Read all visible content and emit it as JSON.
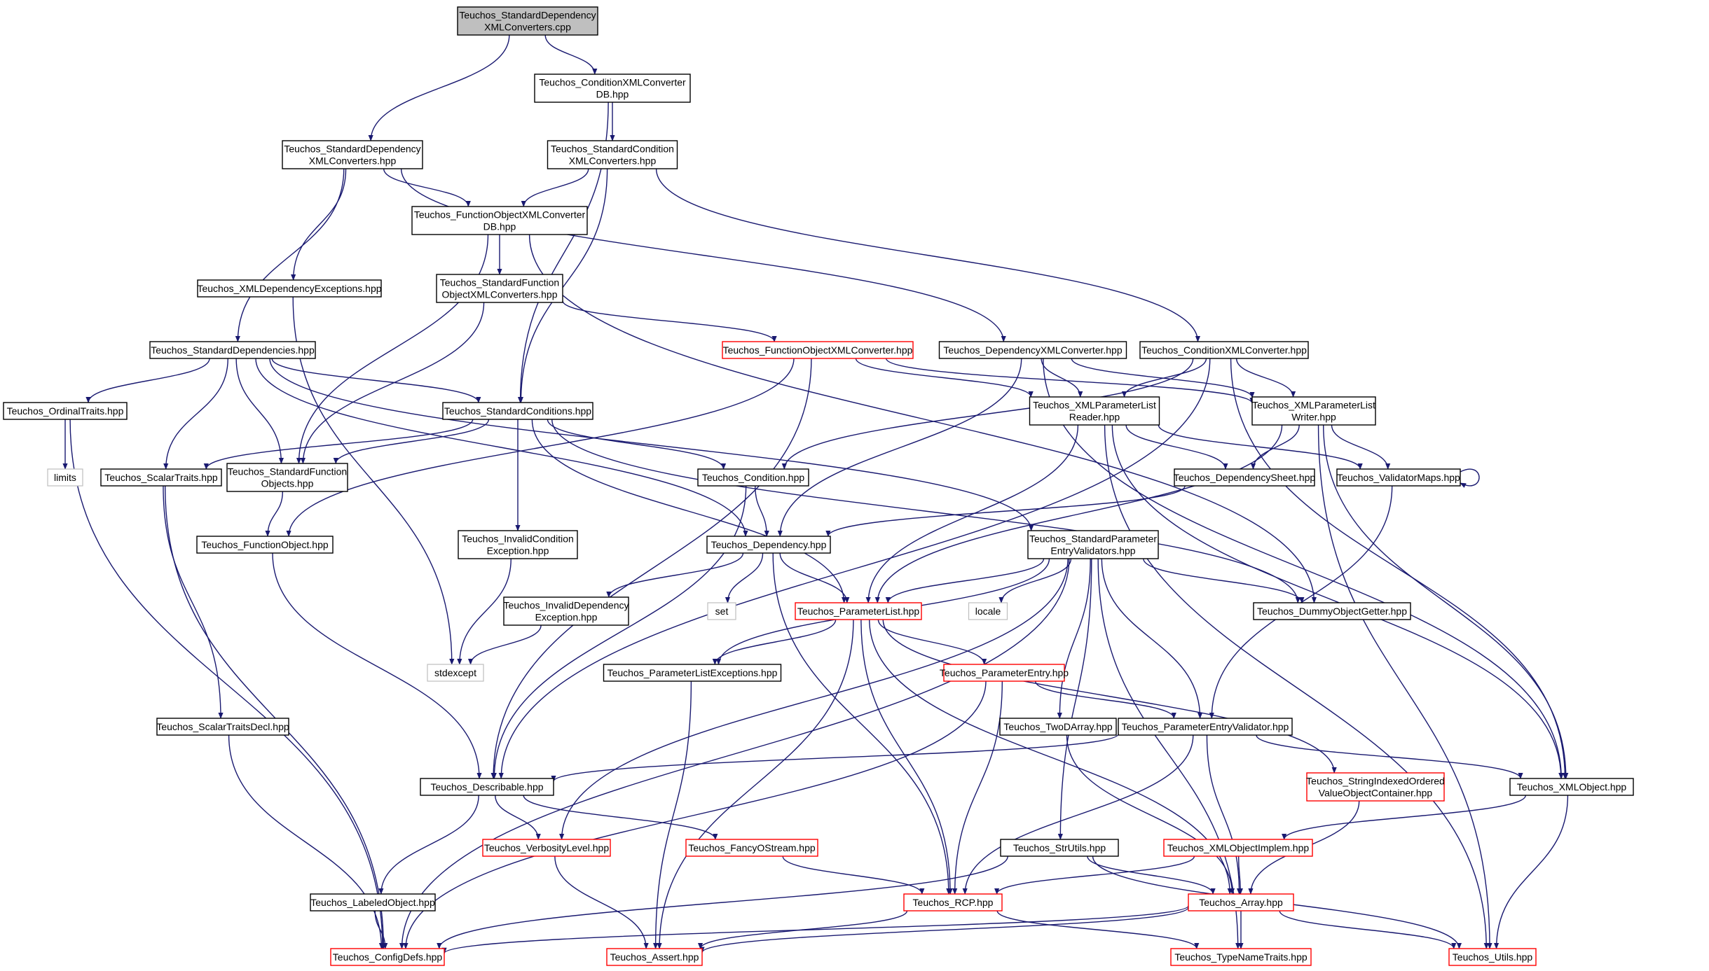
{
  "colors": {
    "edge": "#191970",
    "border_default": "#000000",
    "border_truncated": "#ff0000",
    "border_system": "#bfbfbf",
    "root_fill": "#bfbfbf"
  },
  "nodes": [
    {
      "id": "root",
      "kind": "root",
      "lines": [
        "Teuchos_StandardDependency",
        "XMLConverters.cpp"
      ]
    },
    {
      "id": "cond_xml_db",
      "kind": "normal",
      "lines": [
        "Teuchos_ConditionXMLConverter",
        "DB.hpp"
      ]
    },
    {
      "id": "std_dep_xml_hpp",
      "kind": "normal",
      "lines": [
        "Teuchos_StandardDependency",
        "XMLConverters.hpp"
      ]
    },
    {
      "id": "std_cond_xml",
      "kind": "normal",
      "lines": [
        "Teuchos_StandardCondition",
        "XMLConverters.hpp"
      ]
    },
    {
      "id": "fobj_xml_db",
      "kind": "normal",
      "lines": [
        "Teuchos_FunctionObjectXMLConverter",
        "DB.hpp"
      ]
    },
    {
      "id": "std_fobj_xml",
      "kind": "normal",
      "lines": [
        "Teuchos_StandardFunction",
        "ObjectXMLConverters.hpp"
      ]
    },
    {
      "id": "xml_dep_exc",
      "kind": "normal",
      "lines": [
        "Teuchos_XMLDependencyExceptions.hpp"
      ]
    },
    {
      "id": "std_deps",
      "kind": "normal",
      "lines": [
        "Teuchos_StandardDependencies.hpp"
      ]
    },
    {
      "id": "fobj_xml_conv",
      "kind": "red",
      "lines": [
        "Teuchos_FunctionObjectXMLConverter.hpp"
      ]
    },
    {
      "id": "dep_xml_conv",
      "kind": "normal",
      "lines": [
        "Teuchos_DependencyXMLConverter.hpp"
      ]
    },
    {
      "id": "cond_xml_conv",
      "kind": "normal",
      "lines": [
        "Teuchos_ConditionXMLConverter.hpp"
      ]
    },
    {
      "id": "ordinal",
      "kind": "normal",
      "lines": [
        "Teuchos_OrdinalTraits.hpp"
      ]
    },
    {
      "id": "std_conds",
      "kind": "normal",
      "lines": [
        "Teuchos_StandardConditions.hpp"
      ]
    },
    {
      "id": "xml_pl_reader",
      "kind": "normal",
      "lines": [
        "Teuchos_XMLParameterList",
        "Reader.hpp"
      ]
    },
    {
      "id": "xml_pl_writer",
      "kind": "normal",
      "lines": [
        "Teuchos_XMLParameterList",
        "Writer.hpp"
      ]
    },
    {
      "id": "limits",
      "kind": "gray",
      "lines": [
        "limits"
      ]
    },
    {
      "id": "scalar",
      "kind": "normal",
      "lines": [
        "Teuchos_ScalarTraits.hpp"
      ]
    },
    {
      "id": "std_fobjs",
      "kind": "normal",
      "lines": [
        "Teuchos_StandardFunction",
        "Objects.hpp"
      ]
    },
    {
      "id": "condition",
      "kind": "normal",
      "lines": [
        "Teuchos_Condition.hpp"
      ]
    },
    {
      "id": "dep_sheet",
      "kind": "normal",
      "lines": [
        "Teuchos_DependencySheet.hpp"
      ]
    },
    {
      "id": "val_maps",
      "kind": "normal",
      "lines": [
        "Teuchos_ValidatorMaps.hpp"
      ]
    },
    {
      "id": "fobj",
      "kind": "normal",
      "lines": [
        "Teuchos_FunctionObject.hpp"
      ]
    },
    {
      "id": "inv_cond_exc",
      "kind": "normal",
      "lines": [
        "Teuchos_InvalidCondition",
        "Exception.hpp"
      ]
    },
    {
      "id": "dependency",
      "kind": "normal",
      "lines": [
        "Teuchos_Dependency.hpp"
      ]
    },
    {
      "id": "std_pe_val",
      "kind": "normal",
      "lines": [
        "Teuchos_StandardParameter",
        "EntryValidators.hpp"
      ]
    },
    {
      "id": "inv_dep_exc",
      "kind": "normal",
      "lines": [
        "Teuchos_InvalidDependency",
        "Exception.hpp"
      ]
    },
    {
      "id": "set",
      "kind": "gray",
      "lines": [
        "set"
      ]
    },
    {
      "id": "param_list",
      "kind": "red",
      "lines": [
        "Teuchos_ParameterList.hpp"
      ]
    },
    {
      "id": "locale",
      "kind": "gray",
      "lines": [
        "locale"
      ]
    },
    {
      "id": "dummy_getter",
      "kind": "normal",
      "lines": [
        "Teuchos_DummyObjectGetter.hpp"
      ]
    },
    {
      "id": "stdexcept",
      "kind": "gray",
      "lines": [
        "stdexcept"
      ]
    },
    {
      "id": "pl_exc",
      "kind": "normal",
      "lines": [
        "Teuchos_ParameterListExceptions.hpp"
      ]
    },
    {
      "id": "param_entry",
      "kind": "red",
      "lines": [
        "Teuchos_ParameterEntry.hpp"
      ]
    },
    {
      "id": "scalar_decl",
      "kind": "normal",
      "lines": [
        "Teuchos_ScalarTraitsDecl.hpp"
      ]
    },
    {
      "id": "twod",
      "kind": "normal",
      "lines": [
        "Teuchos_TwoDArray.hpp"
      ]
    },
    {
      "id": "pe_validator",
      "kind": "normal",
      "lines": [
        "Teuchos_ParameterEntryValidator.hpp"
      ]
    },
    {
      "id": "describable",
      "kind": "normal",
      "lines": [
        "Teuchos_Describable.hpp"
      ]
    },
    {
      "id": "sio_container",
      "kind": "red",
      "lines": [
        "Teuchos_StringIndexedOrdered",
        "ValueObjectContainer.hpp"
      ]
    },
    {
      "id": "xml_object",
      "kind": "normal",
      "lines": [
        "Teuchos_XMLObject.hpp"
      ]
    },
    {
      "id": "verbosity",
      "kind": "red",
      "lines": [
        "Teuchos_VerbosityLevel.hpp"
      ]
    },
    {
      "id": "fancy",
      "kind": "red",
      "lines": [
        "Teuchos_FancyOStream.hpp"
      ]
    },
    {
      "id": "strutils",
      "kind": "normal",
      "lines": [
        "Teuchos_StrUtils.hpp"
      ]
    },
    {
      "id": "xml_obj_impl",
      "kind": "red",
      "lines": [
        "Teuchos_XMLObjectImplem.hpp"
      ]
    },
    {
      "id": "labeled",
      "kind": "normal",
      "lines": [
        "Teuchos_LabeledObject.hpp"
      ]
    },
    {
      "id": "rcp",
      "kind": "red",
      "lines": [
        "Teuchos_RCP.hpp"
      ]
    },
    {
      "id": "array",
      "kind": "red",
      "lines": [
        "Teuchos_Array.hpp"
      ]
    },
    {
      "id": "config",
      "kind": "red",
      "lines": [
        "Teuchos_ConfigDefs.hpp"
      ]
    },
    {
      "id": "assert",
      "kind": "red",
      "lines": [
        "Teuchos_Assert.hpp"
      ]
    },
    {
      "id": "typename",
      "kind": "red",
      "lines": [
        "Teuchos_TypeNameTraits.hpp"
      ]
    },
    {
      "id": "utils",
      "kind": "red",
      "lines": [
        "Teuchos_Utils.hpp"
      ]
    }
  ],
  "edges": [
    [
      "root",
      "std_dep_xml_hpp"
    ],
    [
      "root",
      "cond_xml_db"
    ],
    [
      "cond_xml_db",
      "std_cond_xml"
    ],
    [
      "cond_xml_db",
      "std_conds"
    ],
    [
      "std_dep_xml_hpp",
      "std_deps"
    ],
    [
      "std_dep_xml_hpp",
      "xml_dep_exc"
    ],
    [
      "std_dep_xml_hpp",
      "fobj_xml_db"
    ],
    [
      "std_dep_xml_hpp",
      "dep_xml_conv"
    ],
    [
      "std_cond_xml",
      "fobj_xml_db"
    ],
    [
      "std_cond_xml",
      "std_conds"
    ],
    [
      "std_cond_xml",
      "cond_xml_conv"
    ],
    [
      "fobj_xml_db",
      "std_fobj_xml"
    ],
    [
      "fobj_xml_db",
      "std_fobjs"
    ],
    [
      "fobj_xml_db",
      "dummy_getter"
    ],
    [
      "std_fobj_xml",
      "fobj_xml_conv"
    ],
    [
      "std_fobj_xml",
      "std_fobjs"
    ],
    [
      "xml_dep_exc",
      "stdexcept"
    ],
    [
      "std_deps",
      "ordinal"
    ],
    [
      "std_deps",
      "scalar"
    ],
    [
      "std_deps",
      "std_fobjs"
    ],
    [
      "std_deps",
      "std_conds"
    ],
    [
      "std_deps",
      "dependency"
    ],
    [
      "std_deps",
      "std_pe_val"
    ],
    [
      "fobj_xml_conv",
      "fobj"
    ],
    [
      "fobj_xml_conv",
      "describable"
    ],
    [
      "fobj_xml_conv",
      "xml_pl_reader"
    ],
    [
      "fobj_xml_conv",
      "xml_pl_writer"
    ],
    [
      "dep_xml_conv",
      "dependency"
    ],
    [
      "dep_xml_conv",
      "xml_pl_reader"
    ],
    [
      "dep_xml_conv",
      "xml_pl_writer"
    ],
    [
      "dep_xml_conv",
      "xml_object"
    ],
    [
      "cond_xml_conv",
      "condition"
    ],
    [
      "cond_xml_conv",
      "xml_pl_reader"
    ],
    [
      "cond_xml_conv",
      "xml_pl_writer"
    ],
    [
      "cond_xml_conv",
      "xml_object"
    ],
    [
      "cond_xml_conv",
      "describable"
    ],
    [
      "ordinal",
      "limits"
    ],
    [
      "ordinal",
      "config"
    ],
    [
      "std_conds",
      "scalar"
    ],
    [
      "std_conds",
      "std_fobjs"
    ],
    [
      "std_conds",
      "condition"
    ],
    [
      "std_conds",
      "inv_cond_exc"
    ],
    [
      "std_conds",
      "param_list"
    ],
    [
      "std_conds",
      "dummy_getter"
    ],
    [
      "xml_pl_reader",
      "dep_sheet"
    ],
    [
      "xml_pl_reader",
      "val_maps"
    ],
    [
      "xml_pl_reader",
      "param_list"
    ],
    [
      "xml_pl_reader",
      "xml_object"
    ],
    [
      "xml_pl_reader",
      "utils"
    ],
    [
      "xml_pl_writer",
      "dep_sheet"
    ],
    [
      "xml_pl_writer",
      "val_maps"
    ],
    [
      "xml_pl_writer",
      "param_list"
    ],
    [
      "xml_pl_writer",
      "xml_object"
    ],
    [
      "xml_pl_writer",
      "utils"
    ],
    [
      "scalar",
      "scalar_decl"
    ],
    [
      "scalar",
      "config"
    ],
    [
      "std_fobjs",
      "fobj"
    ],
    [
      "condition",
      "dependency"
    ],
    [
      "condition",
      "describable"
    ],
    [
      "dep_sheet",
      "dependency"
    ],
    [
      "val_maps",
      "val_maps"
    ],
    [
      "val_maps",
      "pe_validator"
    ],
    [
      "fobj",
      "describable"
    ],
    [
      "inv_cond_exc",
      "stdexcept"
    ],
    [
      "dependency",
      "inv_dep_exc"
    ],
    [
      "dependency",
      "set"
    ],
    [
      "dependency",
      "param_list"
    ],
    [
      "dependency",
      "rcp"
    ],
    [
      "std_pe_val",
      "param_list"
    ],
    [
      "std_pe_val",
      "locale"
    ],
    [
      "std_pe_val",
      "dummy_getter"
    ],
    [
      "std_pe_val",
      "pl_exc"
    ],
    [
      "std_pe_val",
      "twod"
    ],
    [
      "std_pe_val",
      "pe_validator"
    ],
    [
      "std_pe_val",
      "strutils"
    ],
    [
      "std_pe_val",
      "verbosity"
    ],
    [
      "std_pe_val",
      "typename"
    ],
    [
      "std_pe_val",
      "config"
    ],
    [
      "inv_dep_exc",
      "stdexcept"
    ],
    [
      "param_list",
      "pl_exc"
    ],
    [
      "param_list",
      "param_entry"
    ],
    [
      "param_list",
      "sio_container"
    ],
    [
      "param_list",
      "rcp"
    ],
    [
      "param_list",
      "assert"
    ],
    [
      "param_list",
      "array"
    ],
    [
      "pl_exc",
      "assert"
    ],
    [
      "param_entry",
      "pe_validator"
    ],
    [
      "param_entry",
      "rcp"
    ],
    [
      "param_entry",
      "config"
    ],
    [
      "scalar_decl",
      "config"
    ],
    [
      "twod",
      "array"
    ],
    [
      "pe_validator",
      "describable"
    ],
    [
      "pe_validator",
      "xml_object"
    ],
    [
      "pe_validator",
      "rcp"
    ],
    [
      "pe_validator",
      "array"
    ],
    [
      "describable",
      "verbosity"
    ],
    [
      "describable",
      "fancy"
    ],
    [
      "describable",
      "labeled"
    ],
    [
      "sio_container",
      "array"
    ],
    [
      "xml_object",
      "xml_obj_impl"
    ],
    [
      "xml_object",
      "utils"
    ],
    [
      "verbosity",
      "assert"
    ],
    [
      "fancy",
      "rcp"
    ],
    [
      "strutils",
      "array"
    ],
    [
      "strutils",
      "utils"
    ],
    [
      "strutils",
      "config"
    ],
    [
      "xml_obj_impl",
      "rcp"
    ],
    [
      "xml_obj_impl",
      "array"
    ],
    [
      "labeled",
      "config"
    ],
    [
      "rcp",
      "assert"
    ],
    [
      "rcp",
      "typename"
    ],
    [
      "array",
      "config"
    ],
    [
      "array",
      "assert"
    ],
    [
      "array",
      "typename"
    ],
    [
      "array",
      "utils"
    ]
  ]
}
